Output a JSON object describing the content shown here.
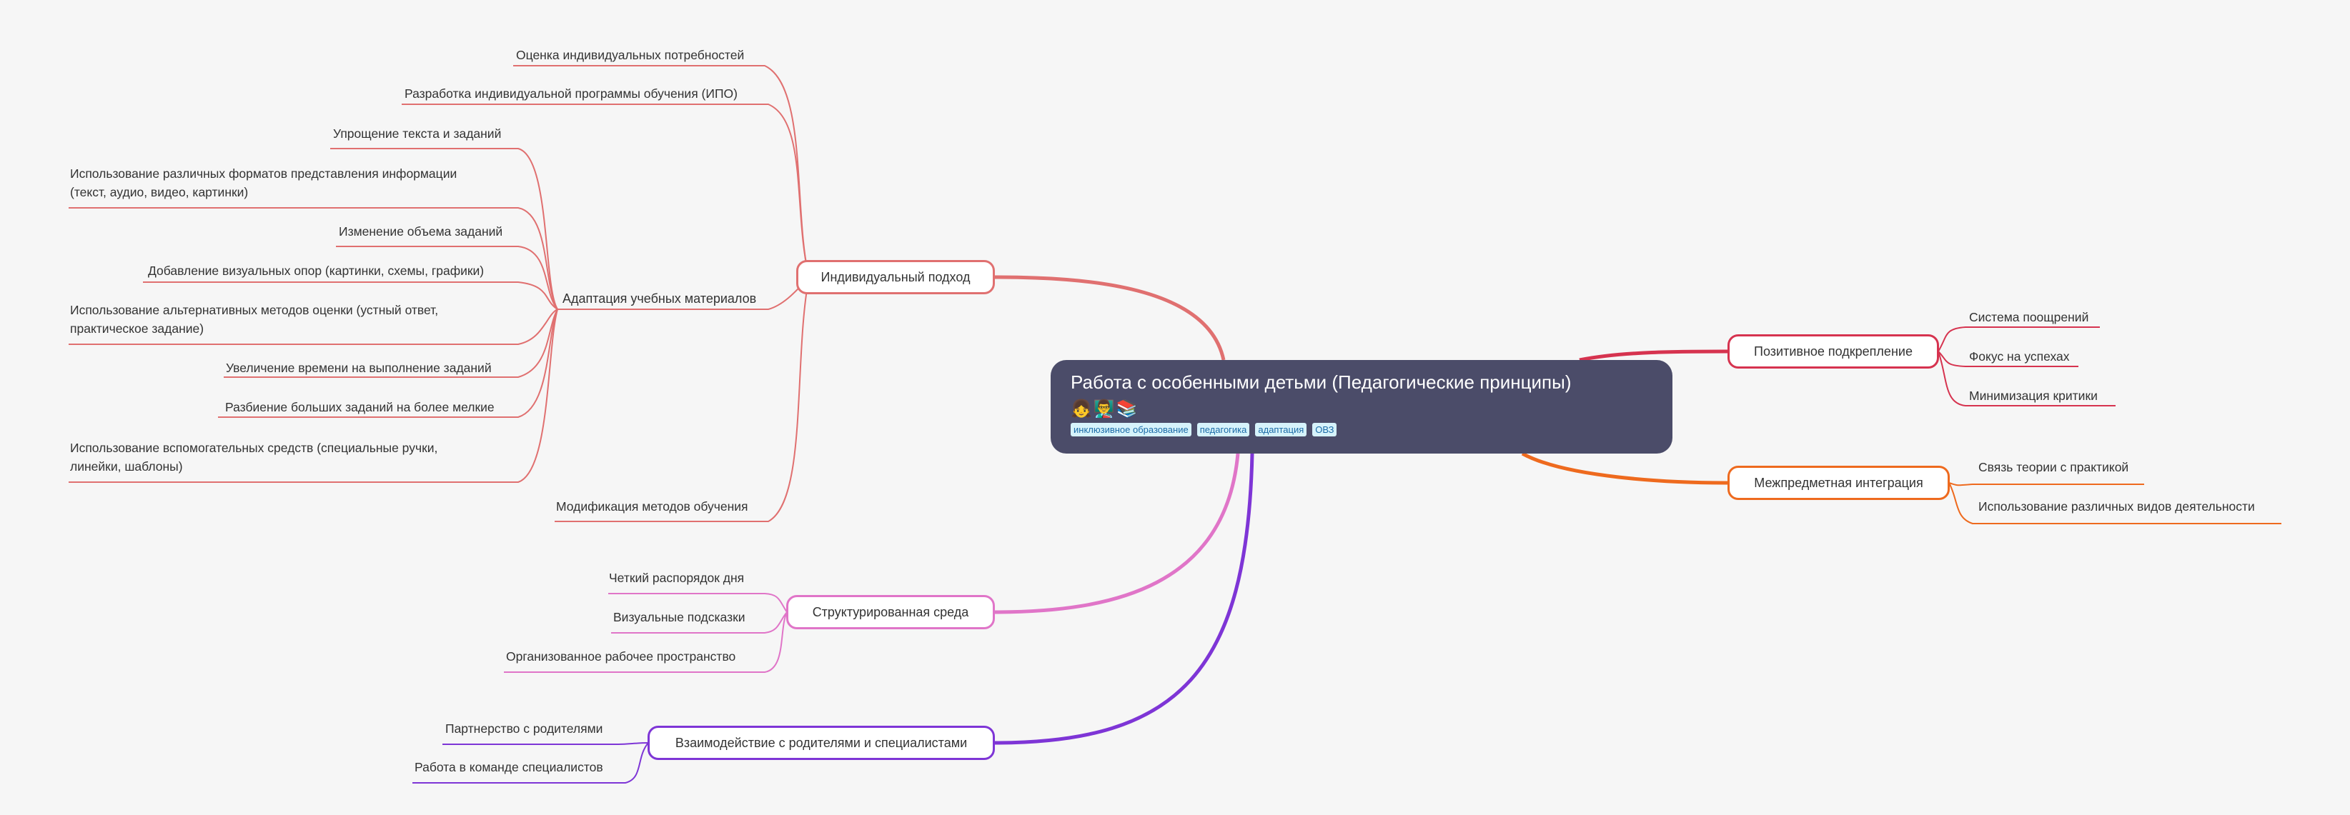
{
  "root": {
    "title": "Работа с особенными детьми (Педагогические принципы)",
    "emoji": "👧👨‍🏫📚",
    "tags": [
      "инклюзивное образование",
      "педагогика",
      "адаптация",
      "ОВЗ"
    ]
  },
  "branches": {
    "individual": {
      "label": "Индивидуальный подход",
      "color": "#e07070",
      "leaves": {
        "needs": "Оценка индивидуальных потребностей",
        "ipo": "Разработка индивидуальной программы обучения (ИПО)",
        "adaptation": {
          "label": "Адаптация учебных материалов",
          "items": {
            "simplify": "Упрощение текста и заданий",
            "formats": "Использование различных форматов представления информации (текст, аудио, видео, картинки)",
            "volume": "Изменение объема заданий",
            "visual": "Добавление визуальных опор (картинки, схемы, графики)",
            "assessment": "Использование альтернативных методов оценки (устный ответ, практическое задание)",
            "time": "Увеличение времени на выполнение заданий",
            "split": "Разбиение больших заданий на более мелкие",
            "aids": "Использование вспомогательных средств (специальные ручки, линейки, шаблоны)"
          }
        },
        "methods": "Модификация методов обучения"
      }
    },
    "environment": {
      "label": "Структурированная среда",
      "color": "#e075c8",
      "leaves": {
        "schedule": "Четкий распорядок дня",
        "hints": "Визуальные подсказки",
        "workspace": "Организованное рабочее пространство"
      }
    },
    "parents": {
      "label": "Взаимодействие с родителями и специалистами",
      "color": "#7e35d6",
      "leaves": {
        "partnership": "Партнерство с родителями",
        "team": "Работа в команде специалистов"
      }
    },
    "reinforcement": {
      "label": "Позитивное подкрепление",
      "color": "#d6334f",
      "leaves": {
        "rewards": "Система поощрений",
        "success": "Фокус на успехах",
        "critique": "Минимизация критики"
      }
    },
    "integration": {
      "label": "Межпредметная интеграция",
      "color": "#ee6a1e",
      "leaves": {
        "theory": "Связь теории с практикой",
        "activities": "Использование различных видов деятельности"
      }
    }
  }
}
